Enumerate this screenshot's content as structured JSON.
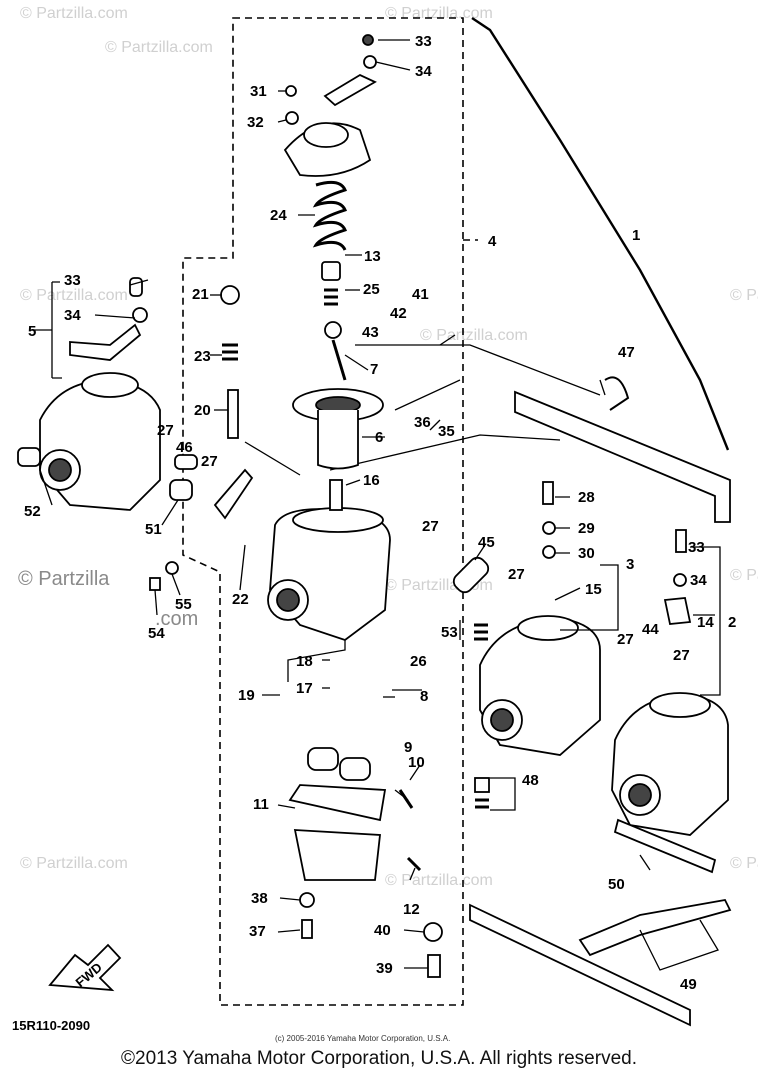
{
  "watermark": "© Partzilla.com",
  "watermark_short": "© Partzilla",
  "watermark_com": ".com",
  "drawing_code": "15R110-2090",
  "fwd_label": "FWD",
  "fine_print": "(c) 2005-2016 Yamaha Motor Corporation, U.S.A.",
  "copyright": "©2013 Yamaha Motor Corporation, U.S.A. All rights reserved.",
  "callouts": {
    "c1": "1",
    "c2": "2",
    "c3": "3",
    "c4": "4",
    "c5": "5",
    "c6": "6",
    "c7": "7",
    "c8": "8",
    "c9": "9",
    "c10": "10",
    "c11": "11",
    "c12": "12",
    "c13": "13",
    "c14": "14",
    "c15": "15",
    "c16": "16",
    "c17": "17",
    "c18": "18",
    "c19": "19",
    "c20": "20",
    "c21": "21",
    "c22": "22",
    "c23": "23",
    "c24": "24",
    "c25": "25",
    "c26": "26",
    "c27": "27",
    "c28": "28",
    "c29": "29",
    "c30": "30",
    "c31": "31",
    "c32": "32",
    "c33": "33",
    "c34": "34",
    "c35": "35",
    "c36": "36",
    "c37": "37",
    "c38": "38",
    "c39": "39",
    "c40": "40",
    "c41": "41",
    "c42": "42",
    "c43": "43",
    "c44": "44",
    "c45": "45",
    "c46": "46",
    "c47": "47",
    "c48": "48",
    "c49": "49",
    "c50": "50",
    "c51": "51",
    "c52": "52",
    "c53": "53",
    "c54": "54",
    "c55": "55"
  }
}
